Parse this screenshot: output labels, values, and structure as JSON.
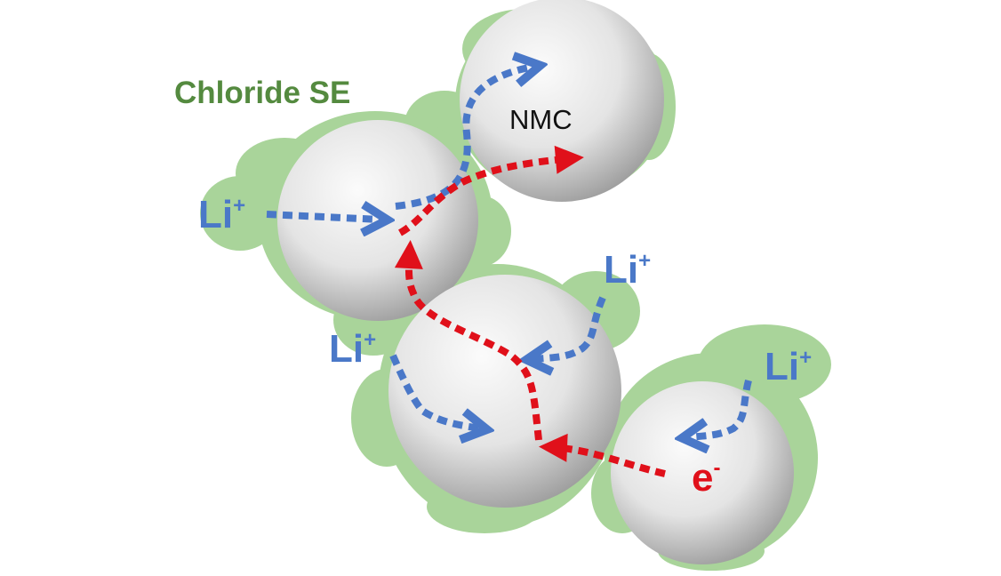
{
  "title": "Chloride SE",
  "particle_label": "NMC",
  "ion_label": "Li",
  "ion_charge": "+",
  "electron_label": "e",
  "electron_charge": "-",
  "colors": {
    "background": "#ffffff",
    "electrolyte": "#a9d49a",
    "particle_light": "#fbfbfb",
    "particle_dark": "#9a9a9a",
    "title_text": "#548a3f",
    "ion": "#4a78c8",
    "electron": "#e0101a",
    "particle_text": "#111111"
  }
}
